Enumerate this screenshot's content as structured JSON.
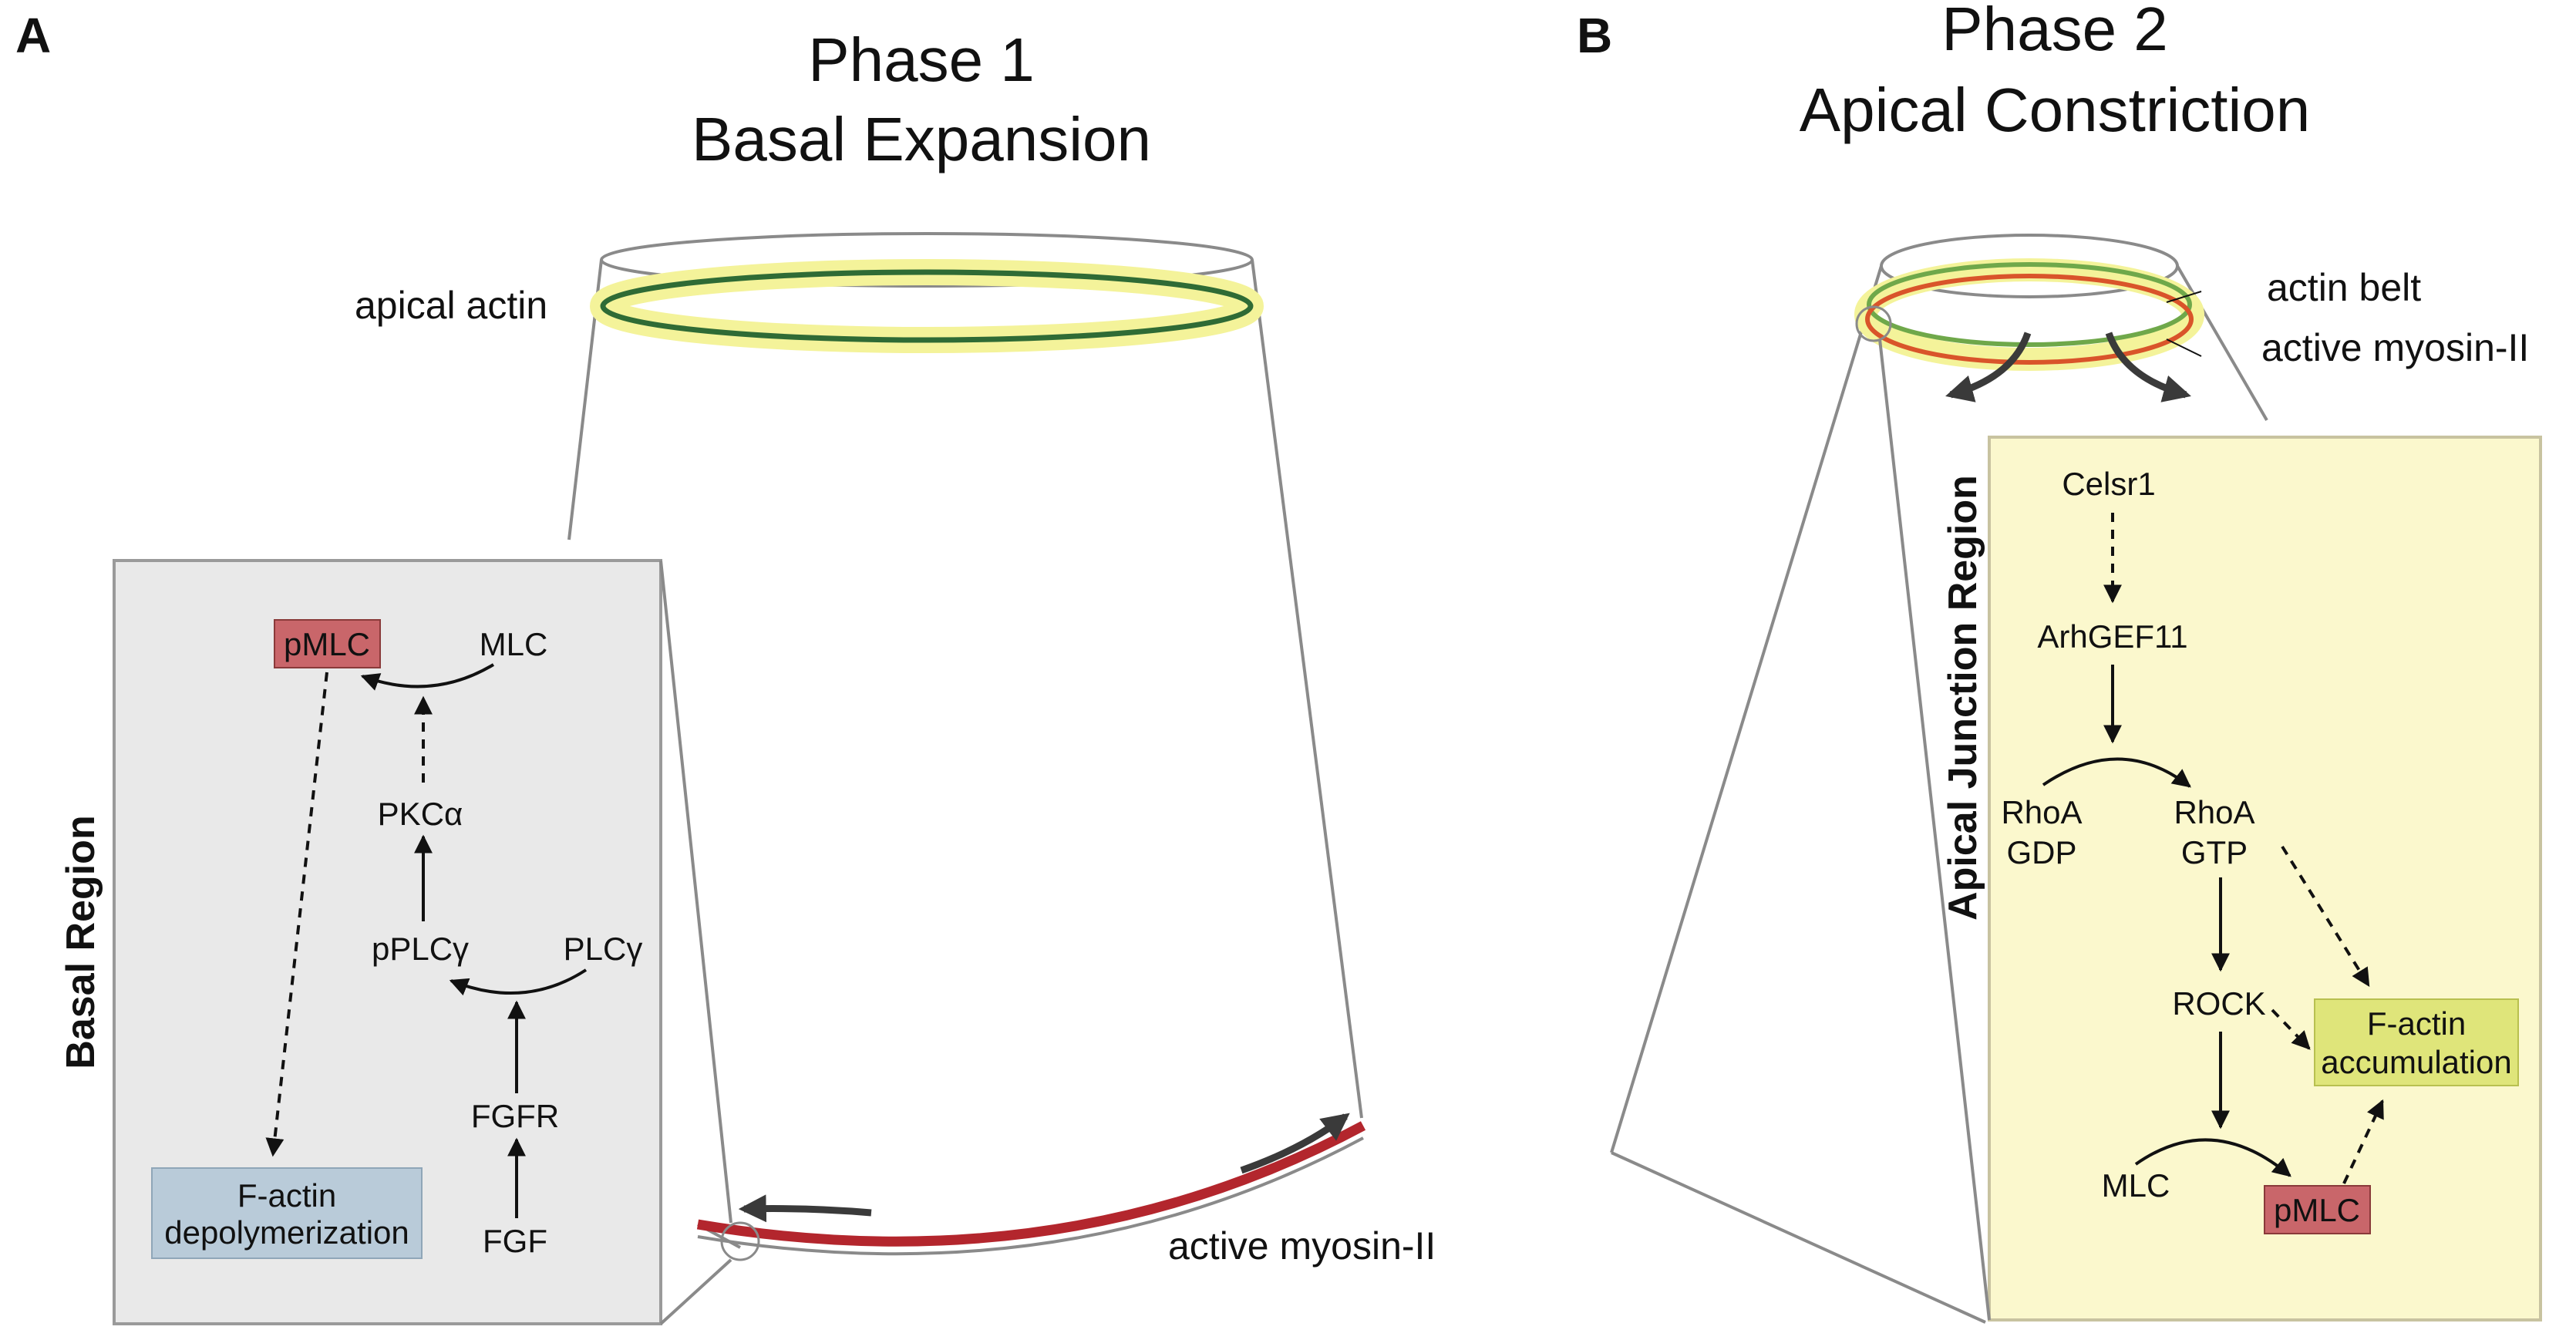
{
  "panel_a": {
    "letter": "A",
    "title_line1": "Phase 1",
    "title_line2": "Basal Expansion",
    "apical_label": "apical actin",
    "myosin_label": "active myosin-II",
    "region_label": "Basal Region",
    "nodes": {
      "pmlc": "pMLC",
      "mlc": "MLC",
      "pkca": "PKCα",
      "pplcg": "pPLCγ",
      "plcg": "PLCγ",
      "fgfr": "FGFR",
      "fgf": "FGF",
      "factin_line1": "F-actin",
      "factin_line2": "depolymerization"
    }
  },
  "panel_b": {
    "letter": "B",
    "title_line1": "Phase 2",
    "title_line2": "Apical Constriction",
    "actin_belt_label": "actin belt",
    "myosin_label": "active myosin-II",
    "region_label": "Apical Junction Region",
    "nodes": {
      "celsr1": "Celsr1",
      "arhgef11": "ArhGEF11",
      "rhoa_gdp_line1": "RhoA",
      "rhoa_gdp_line2": "GDP",
      "rhoa_gtp_line1": "RhoA",
      "rhoa_gtp_line2": "GTP",
      "rock": "ROCK",
      "factin_line1": "F-actin",
      "factin_line2": "accumulation",
      "mlc": "MLC",
      "pmlc": "pMLC"
    }
  },
  "colors": {
    "actin_green": "#2f6b35",
    "halo_yellow": "#f4f39a",
    "myosin_red": "#b3262d",
    "pmlc_box": "#c9666a",
    "basal_box": "#e9e9e9",
    "factin_depoly_box": "#b9cbd9",
    "apical_box": "#fbf8cd",
    "factin_accum_box": "#dfe57a",
    "rotation_arrow": "#3a3a3a"
  }
}
